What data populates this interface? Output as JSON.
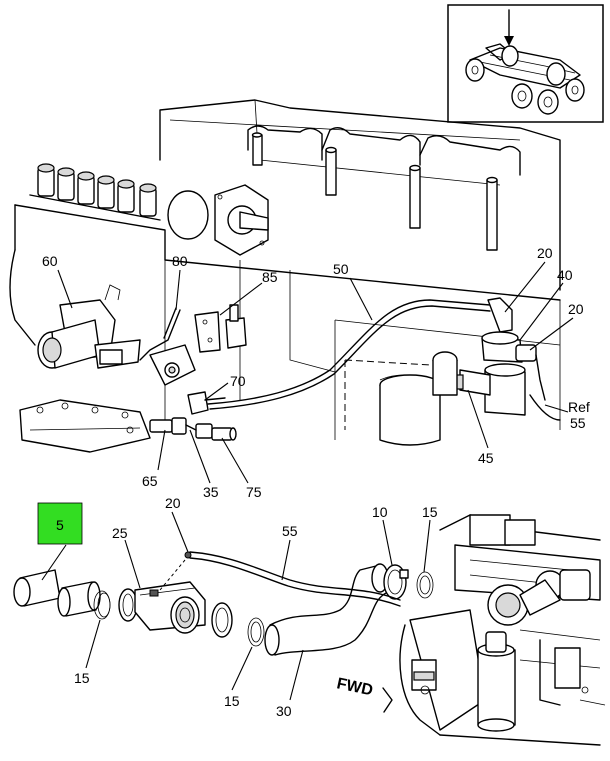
{
  "callouts": {
    "c5": "5",
    "c10": "10",
    "c15a": "15",
    "c15b": "15",
    "c15c": "15",
    "c20a": "20",
    "c20b": "20",
    "c20c": "20",
    "c25": "25",
    "c30": "30",
    "c35": "35",
    "c40": "40",
    "c45": "45",
    "c50": "50",
    "c55": "55",
    "c60": "60",
    "c65": "65",
    "c70": "70",
    "c75": "75",
    "c80": "80",
    "c85": "85",
    "ref_word": "Ref",
    "ref_number": "55",
    "fwd": "FWD"
  },
  "colors": {
    "highlight": "#33dd22",
    "line": "#000000",
    "background": "#ffffff"
  }
}
